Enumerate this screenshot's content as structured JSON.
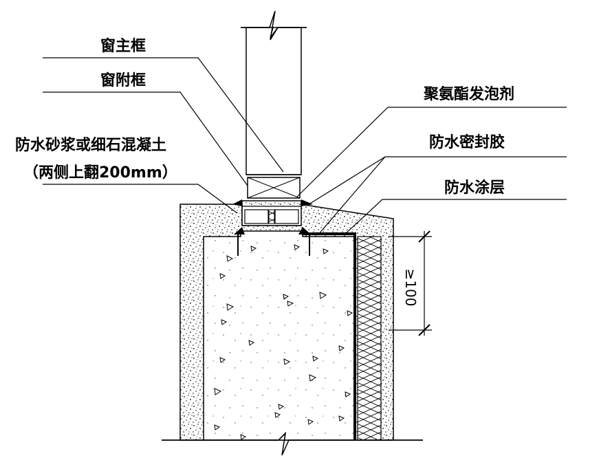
{
  "labels": {
    "main_frame": "窗主框",
    "sub_frame": "窗附框",
    "mortar_line1": "防水砂浆或细石混凝土",
    "mortar_line2": "（两侧上翻200mm）",
    "foam": "聚氨酯发泡剂",
    "sealant": "防水密封胶",
    "coating": "防水涂层"
  },
  "dimension": {
    "text": "≥100"
  },
  "colors": {
    "ink": "#000000",
    "background": "#ffffff"
  }
}
